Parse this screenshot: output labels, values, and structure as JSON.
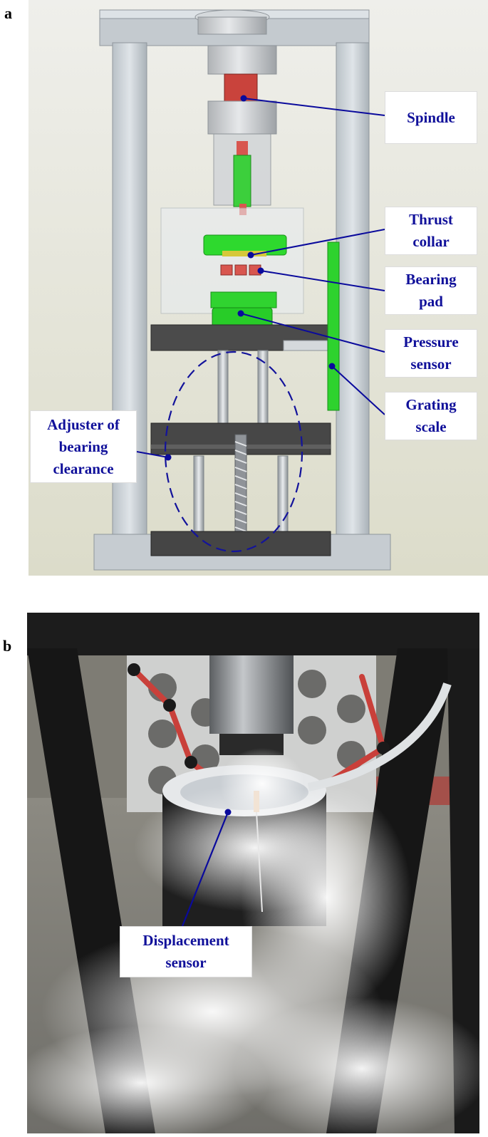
{
  "panels": {
    "a": {
      "letter": "a"
    },
    "b": {
      "letter": "b"
    }
  },
  "labels_a": {
    "spindle": [
      "Spindle"
    ],
    "thrust_collar": [
      "Thrust",
      "collar"
    ],
    "bearing_pad": [
      "Bearing",
      "pad"
    ],
    "pressure_sensor": [
      "Pressure",
      "sensor"
    ],
    "grating_scale": [
      "Grating",
      "scale"
    ],
    "adjuster": [
      "Adjuster of",
      "bearing",
      "clearance"
    ]
  },
  "labels_b": {
    "displacement_sensor": [
      "Displacement",
      "sensor"
    ]
  },
  "colors": {
    "label_text": "#10109a",
    "leader_line": "#0a0a9c",
    "model_green": "#22d622",
    "model_red": "#c8403a",
    "frame_grey": "#c9cfd4",
    "plate_dark": "#4a4a4a"
  }
}
